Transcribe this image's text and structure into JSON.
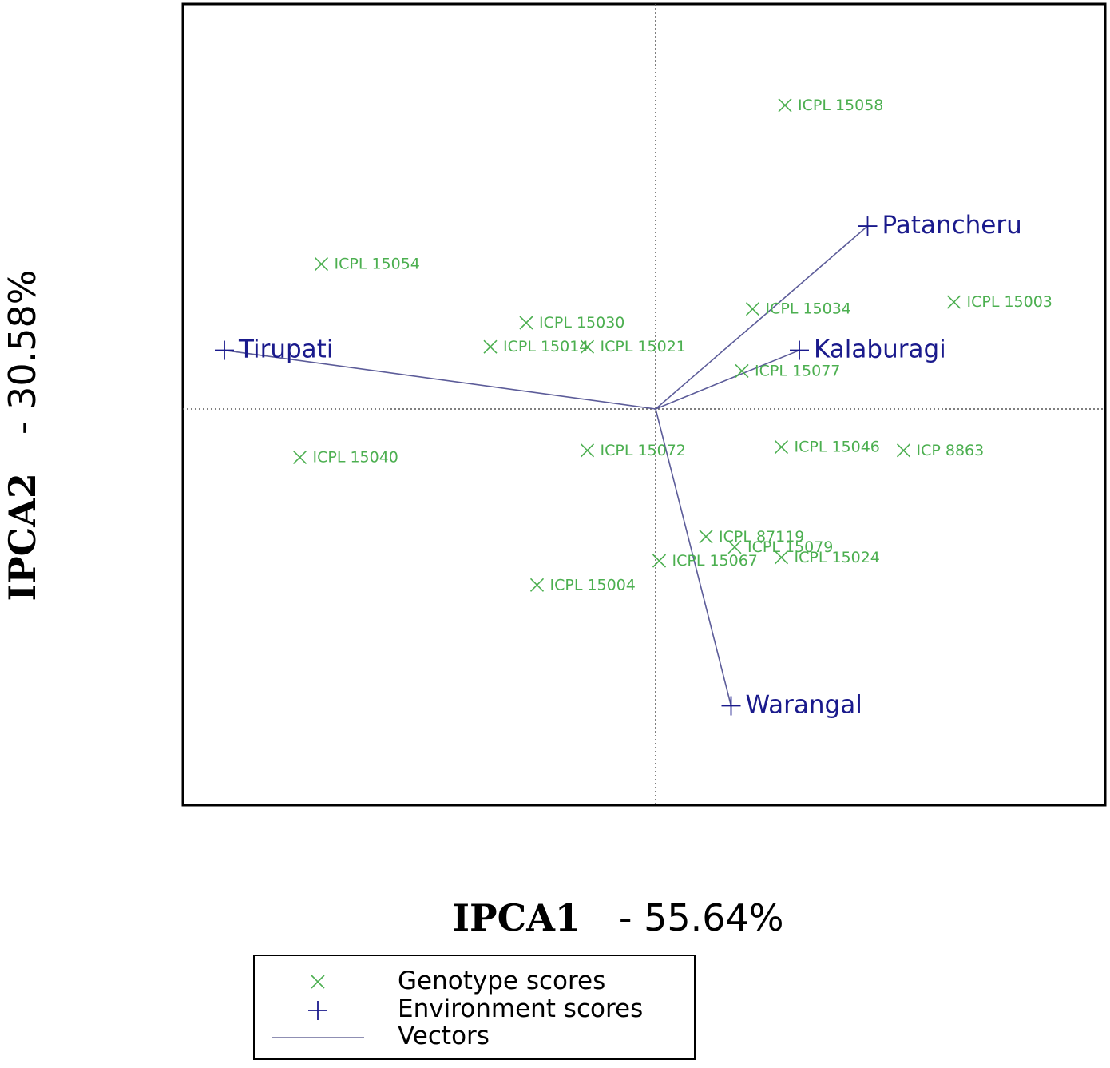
{
  "chart_data": {
    "type": "scatter",
    "xlabel": {
      "name": "IPCA1",
      "value": "- 55.64%"
    },
    "ylabel": {
      "name": "IPCA2",
      "value": "- 30.58%"
    },
    "xlim": [
      -1.1,
      1.1
    ],
    "ylim": [
      -1.1,
      1.1
    ],
    "grid": false,
    "reference_lines": {
      "x": 0,
      "y": 0
    },
    "legend": {
      "placement": "bottom",
      "entries": [
        {
          "label": "Genotype scores",
          "marker": "x",
          "color": "#4caf50"
        },
        {
          "label": "Environment scores",
          "marker": "+",
          "color": "#1a1a8c"
        },
        {
          "label": "Vectors",
          "marker": "line",
          "color": "#6a6a9a"
        }
      ]
    },
    "genotype_color": "#4caf50",
    "environment_color": "#1a1a8c",
    "vector_color": "#5c5c99",
    "genotypes": [
      {
        "name": "ICPL 15058",
        "x": 0.36,
        "y": 0.88
      },
      {
        "name": "ICPL 15054",
        "x": -0.93,
        "y": 0.42
      },
      {
        "name": "ICPL 15030",
        "x": -0.36,
        "y": 0.25
      },
      {
        "name": "ICPL 15034",
        "x": 0.27,
        "y": 0.29
      },
      {
        "name": "ICPL 15003",
        "x": 0.83,
        "y": 0.31
      },
      {
        "name": "ICPL 15014",
        "x": -0.46,
        "y": 0.18
      },
      {
        "name": "ICPL 15021",
        "x": -0.19,
        "y": 0.18
      },
      {
        "name": "ICPL 15077",
        "x": 0.24,
        "y": 0.11
      },
      {
        "name": "ICPL 15040",
        "x": -0.99,
        "y": -0.14
      },
      {
        "name": "ICPL 15072",
        "x": -0.19,
        "y": -0.12
      },
      {
        "name": "ICPL 15046",
        "x": 0.35,
        "y": -0.11
      },
      {
        "name": "ICP 8863",
        "x": 0.69,
        "y": -0.12
      },
      {
        "name": "ICPL 87119",
        "x": 0.14,
        "y": -0.37
      },
      {
        "name": "ICPL 15079",
        "x": 0.22,
        "y": -0.4
      },
      {
        "name": "ICPL 15067",
        "x": 0.01,
        "y": -0.44
      },
      {
        "name": "ICPL 15024",
        "x": 0.35,
        "y": -0.43
      },
      {
        "name": "ICPL 15004",
        "x": -0.33,
        "y": -0.51
      }
    ],
    "environments": [
      {
        "name": "Patancheru",
        "x": 0.59,
        "y": 0.53
      },
      {
        "name": "Tirupati",
        "x": -1.2,
        "y": 0.17
      },
      {
        "name": "Kalaburagi",
        "x": 0.4,
        "y": 0.17
      },
      {
        "name": "Warangal",
        "x": 0.21,
        "y": -0.86
      }
    ]
  }
}
